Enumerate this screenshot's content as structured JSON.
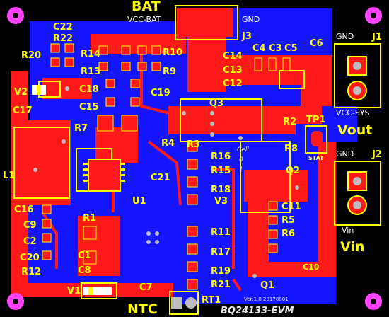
{
  "board_labels": {
    "bat": "BAT",
    "vcc_bat": "VCC-BAT",
    "gnd_top": "GND",
    "j3": "J3",
    "gnd_j1": "GND",
    "j1": "J1",
    "vcc_sys": "VCC-SYS",
    "vout": "Vout",
    "tp1": "TP1",
    "stat": "STAT",
    "gnd_j2": "GND",
    "j2": "J2",
    "vin_small": "Vin",
    "vin": "Vin",
    "ntc": "NTC",
    "rt1": "RT1",
    "footer": "BQ24133-EVM",
    "version": "Ver:1.0  20170801",
    "cell_0": "0",
    "cell_1": "1",
    "cell_label": "Cell"
  },
  "refdes": {
    "c22": "C22",
    "r22": "R22",
    "r20": "R20",
    "r14": "R14",
    "r10": "R10",
    "r13": "R13",
    "r9": "R9",
    "c14": "C14",
    "c13": "C13",
    "c12": "C12",
    "c4": "C4",
    "c3": "C3",
    "c5": "C5",
    "c6": "C6",
    "v2": "V2",
    "c18": "C18",
    "c19": "C19",
    "c17": "C17",
    "c15": "C15",
    "q3": "Q3",
    "r7": "R7",
    "r2": "R2",
    "r8": "R8",
    "r4": "R4",
    "r3": "R3",
    "r16": "R16",
    "r15": "R15",
    "q2": "Q2",
    "l1": "L1",
    "c21": "C21",
    "r18": "R18",
    "u1": "U1",
    "v3": "V3",
    "c16": "C16",
    "r1": "R1",
    "c11": "C11",
    "r5": "R5",
    "r6": "R6",
    "c9": "C9",
    "c2": "C2",
    "r11": "R11",
    "c20": "C20",
    "c1": "C1",
    "r17": "R17",
    "c8": "C8",
    "c10": "C10",
    "r12": "R12",
    "r19": "R19",
    "q1": "Q1",
    "v1": "V1",
    "c7": "C7",
    "r21": "R21"
  },
  "colors": {
    "substrate": "#000000",
    "pour": "#1414ff",
    "copper": "#ff1a1a",
    "silk": "#ffff00",
    "via": "#bdbdbd",
    "mount_hole": "#ff44ff"
  }
}
